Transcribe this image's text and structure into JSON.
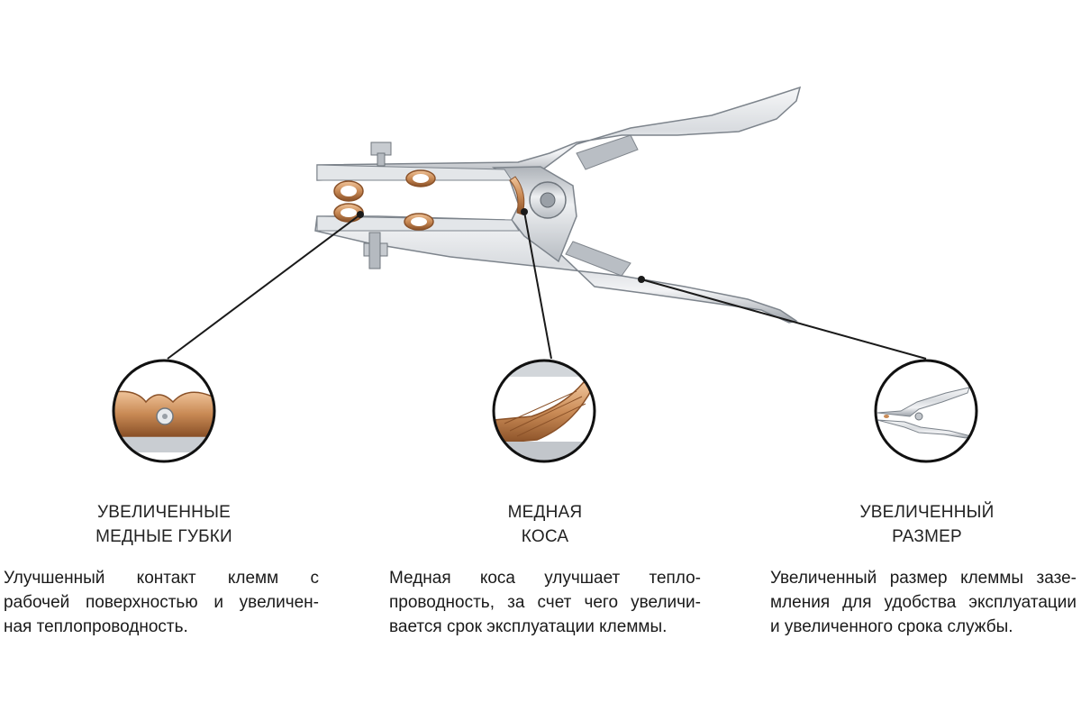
{
  "features": [
    {
      "id": "jaws",
      "title_lines": [
        "УВЕЛИЧЕННЫЕ",
        "МЕДНЫЕ ГУБКИ"
      ],
      "text_lines": [
        "Улучшенный контакт клемм с",
        "рабочей поверхностью и увеличен-",
        "ная теплопроводность."
      ]
    },
    {
      "id": "braid",
      "title_lines": [
        "МЕДНАЯ",
        "КОСА"
      ],
      "text_lines": [
        "Медная коса улучшает тепло-",
        "проводность, за счет чего увеличи-",
        "вается срок эксплуатации клеммы."
      ]
    },
    {
      "id": "size",
      "title_lines": [
        "УВЕЛИЧЕННЫЙ",
        "РАЗМЕР"
      ],
      "text_lines": [
        "Увеличенный размер  клеммы зазе-",
        "мления для удобства эксплуатации",
        "и увеличенного срока службы."
      ]
    }
  ],
  "colors": {
    "metal_light": "#eef0f2",
    "metal_mid": "#c8ccd1",
    "metal_dark": "#8a9098",
    "copper": "#c98a55",
    "copper_dark": "#8a5128",
    "leader_line": "#1a1a1a",
    "circle_stroke": "#111111"
  }
}
